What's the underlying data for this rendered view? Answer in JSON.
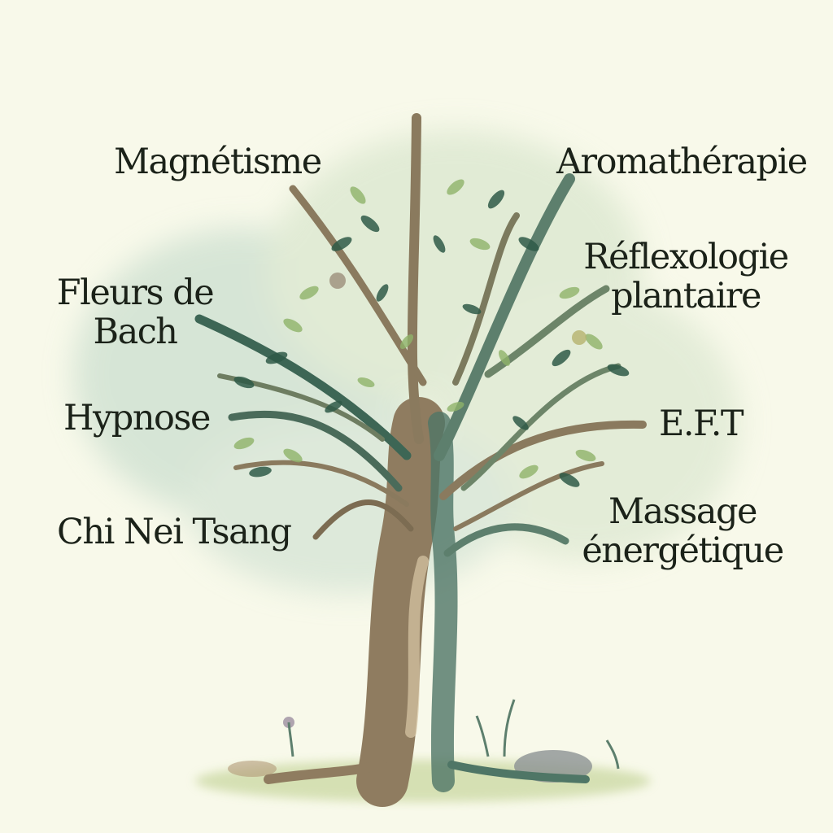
{
  "labels": {
    "magnetisme": "Magnétisme",
    "aromatherapie": "Aromathérapie",
    "reflexologie": [
      "Réflexologie",
      "plantaire"
    ],
    "fleurs_de_bach": [
      "Fleurs de",
      "Bach"
    ],
    "hypnose": "Hypnose",
    "eft": "E.F.T",
    "chi_nei_tsang": "Chi Nei Tsang",
    "massage": [
      "Massage",
      "énergétique"
    ]
  },
  "colors": {
    "background": "#f8f9ea",
    "text": "#1b2219",
    "trunk": "#8a7a62",
    "trunk_shadow": "#3f6b5e",
    "leaf_dark": "#2f5a47",
    "leaf_light": "#8fb36a",
    "wash": "#c9ddc9"
  }
}
